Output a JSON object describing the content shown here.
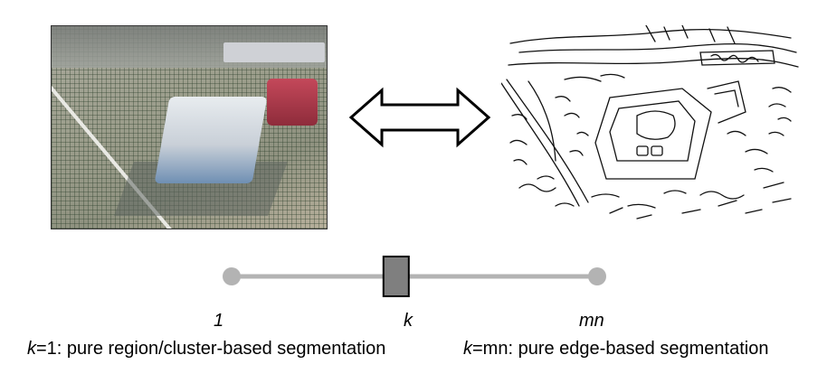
{
  "images": {
    "left": "photo-race-car",
    "right": "edge-map-race-car"
  },
  "arrow": {
    "icon": "double-headed-arrow-icon"
  },
  "slider": {
    "ticks": [
      {
        "label": "1",
        "position_fraction": 0.0
      },
      {
        "label": "k",
        "position_fraction": 0.45
      },
      {
        "label": "mn",
        "position_fraction": 1.0
      }
    ],
    "track_color": "#b3b3b3",
    "handle_color": "#7f7f7f"
  },
  "captions": {
    "left": {
      "var": "k",
      "rest": "=1: pure region/cluster-based segmentation"
    },
    "right": {
      "var": "k",
      "rest": "=mn: pure edge-based segmentation"
    }
  }
}
